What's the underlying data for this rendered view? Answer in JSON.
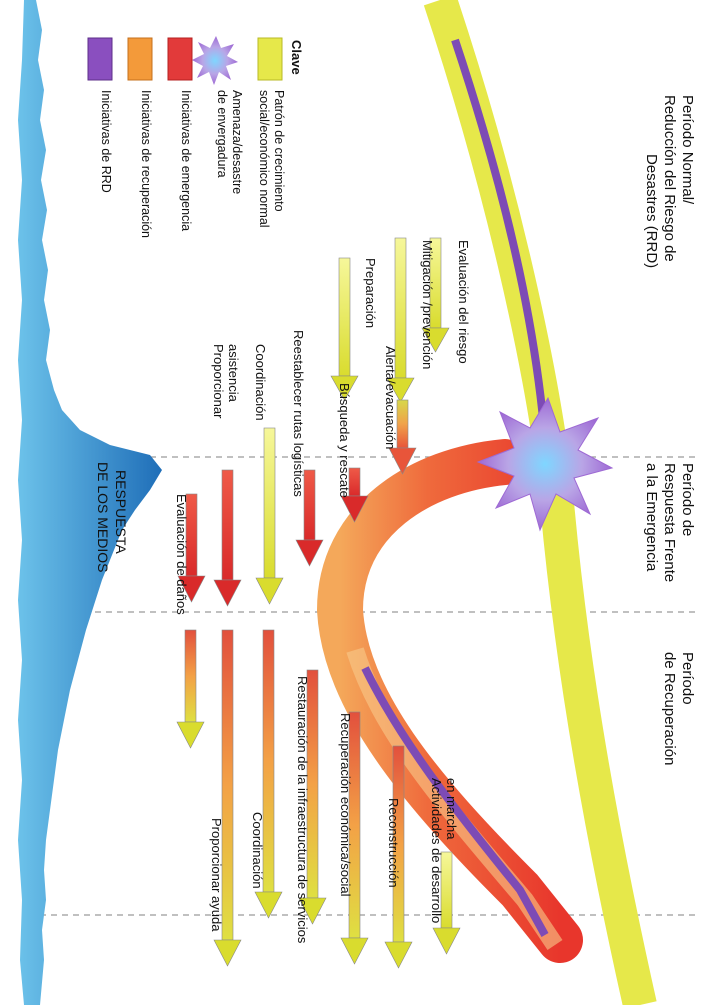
{
  "periods": {
    "normal": [
      "Período Normal/",
      "Reducción del Riesgo de",
      "Desastres (RRD)"
    ],
    "response": [
      "Período de",
      "Respuesta Frente",
      "a la Emergencia"
    ],
    "recovery": [
      "Período",
      "de Recuperación"
    ]
  },
  "key": {
    "title": "Clave",
    "items": [
      {
        "id": "growth",
        "lines": [
          "Patrón de crecimiento",
          "social/económico normal"
        ],
        "color": "#e6e84a"
      },
      {
        "id": "hazard",
        "lines": [
          "Amenaza/desastre",
          "de envergadura"
        ],
        "color": "#b57be0"
      },
      {
        "id": "emergency",
        "lines": [
          "Iniciativas de emergencia"
        ],
        "color": "#e23a3a"
      },
      {
        "id": "recovery",
        "lines": [
          "Iniciativas de recuperación"
        ],
        "color": "#f39a3a"
      },
      {
        "id": "drr",
        "lines": [
          "Iniciativas de RRD"
        ],
        "color": "#8a4fbf"
      }
    ]
  },
  "initiatives": {
    "drr": [
      "Evaluación del riesgo",
      "Mitigación /prevención",
      "Alerta/evacuación",
      "Preparación"
    ],
    "emergency": [
      "Búsqueda y rescate",
      "Reestablecer rutas logísticas",
      "Coordinación",
      "Proporcionar asistencia",
      "Evaluación de daños"
    ],
    "recovery": [
      "Actividades de desarrollo en marcha",
      "Reconstrucción",
      "Recuperación económica/social",
      "Restauración de la infraestructura de servicios",
      "Coordinación",
      "Proporcionar ayuda"
    ]
  },
  "media": [
    "RESPUESTA",
    "DE LOS MEDIOS"
  ],
  "colors": {
    "yellow": "#e8ea55",
    "purple": "#7d4bb5",
    "red": "#e23838",
    "orange": "#f08a34",
    "media_blue": "#2f86c8",
    "star": "#b07ad6"
  }
}
